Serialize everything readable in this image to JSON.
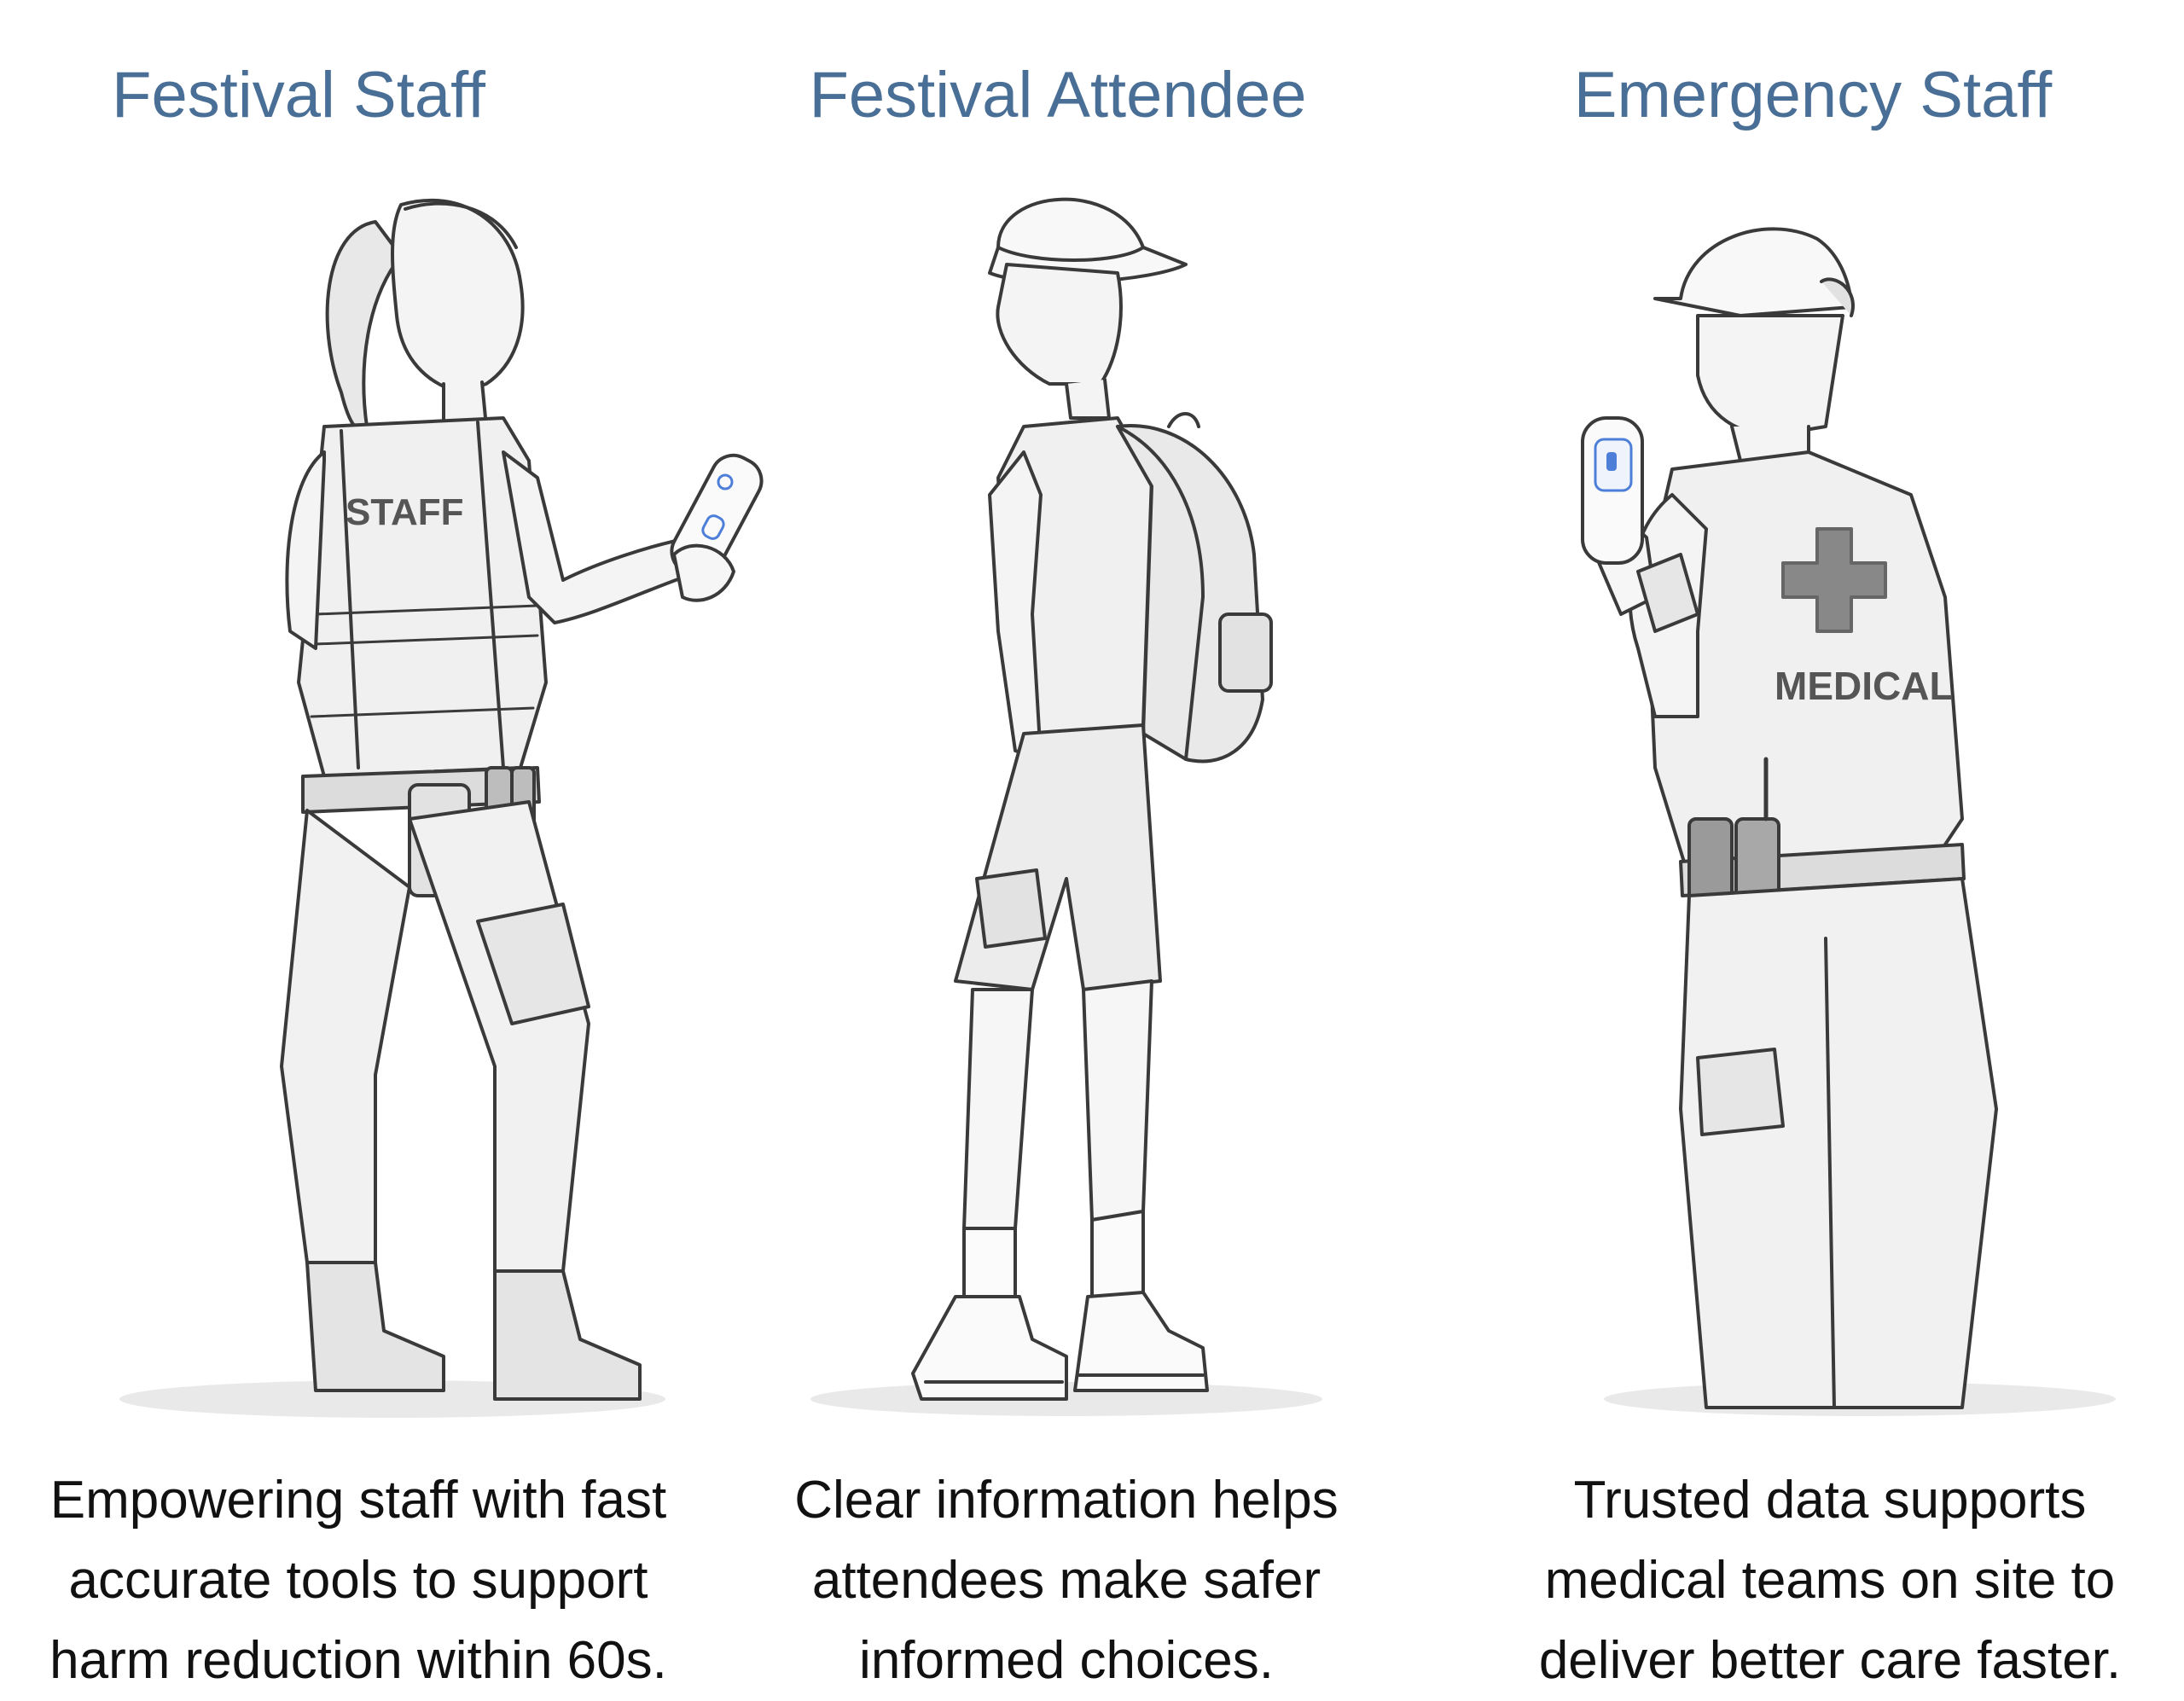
{
  "columns": [
    {
      "title": "Festival Staff",
      "vest_label": "STAFF",
      "caption": [
        "Empowering staff with fast",
        "accurate tools to support",
        "harm reduction within 60s."
      ]
    },
    {
      "title": "Festival Attendee",
      "caption": [
        "Clear information helps",
        "attendees make safer",
        "informed choices."
      ]
    },
    {
      "title": "Emergency Staff",
      "vest_label": "MEDICAL",
      "caption": [
        "Trusted data supports",
        "medical teams on site to",
        "deliver better care faster."
      ]
    }
  ],
  "colors": {
    "title": "#4a6f96",
    "caption": "#111111",
    "line_art": "#3a3a3a",
    "device_accent": "#4d7fd9"
  }
}
